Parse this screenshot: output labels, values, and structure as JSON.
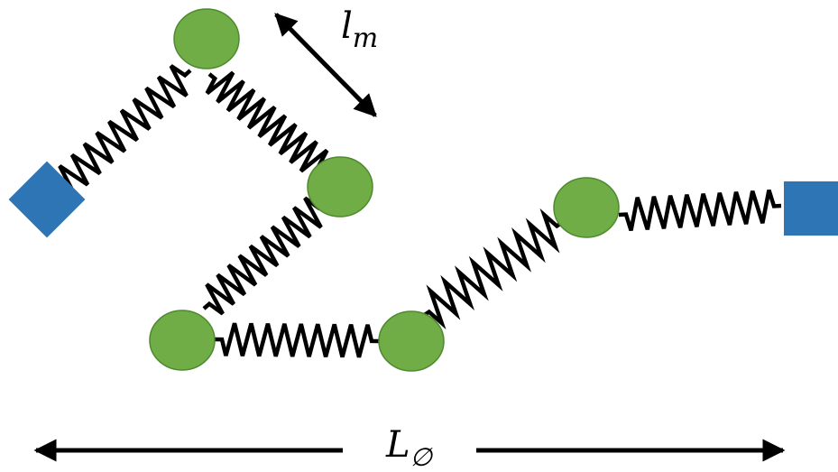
{
  "labels": {
    "monomer_length_symbol": "l",
    "monomer_length_subscript": "m",
    "end_to_end_symbol": "L",
    "end_to_end_subscript": "∅"
  },
  "colors": {
    "anchor": "#2e75b6",
    "bead": "#70ad47",
    "bead_stroke": "#4e8a2e",
    "spring": "#000000",
    "arrow": "#000000"
  }
}
